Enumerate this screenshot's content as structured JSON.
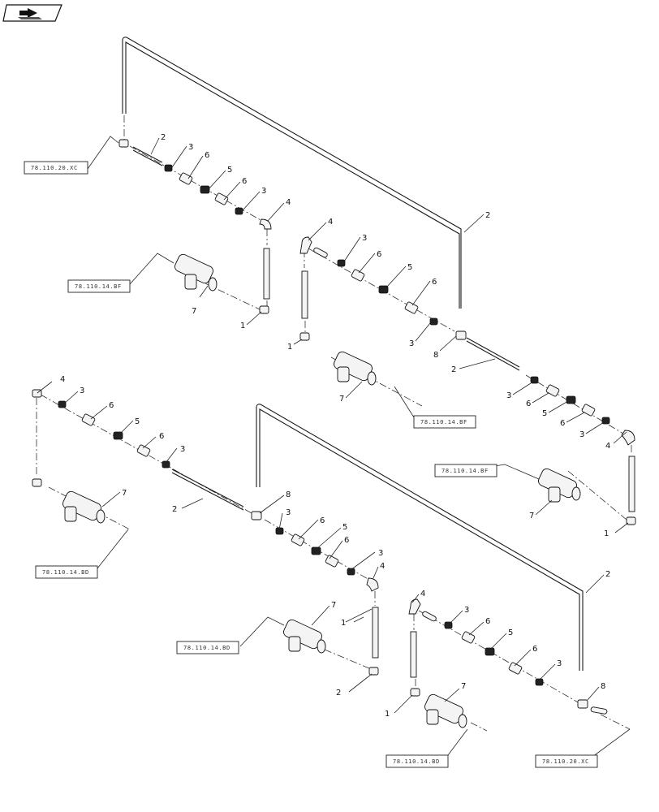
{
  "nav": {
    "icon": "back-arrow-icon"
  },
  "callouts": [
    {
      "id": "c1",
      "text": "2"
    },
    {
      "id": "c2",
      "text": "3"
    },
    {
      "id": "c3",
      "text": "6"
    },
    {
      "id": "c4",
      "text": "5"
    },
    {
      "id": "c5",
      "text": "6"
    },
    {
      "id": "c6",
      "text": "3"
    },
    {
      "id": "c7",
      "text": "4"
    },
    {
      "id": "c8",
      "text": "7"
    },
    {
      "id": "c9",
      "text": "1"
    },
    {
      "id": "c10",
      "text": "2"
    },
    {
      "id": "c11",
      "text": "4"
    },
    {
      "id": "c12",
      "text": "3"
    },
    {
      "id": "c13",
      "text": "6"
    },
    {
      "id": "c14",
      "text": "5"
    },
    {
      "id": "c15",
      "text": "6"
    },
    {
      "id": "c16",
      "text": "3"
    },
    {
      "id": "c17",
      "text": "8"
    },
    {
      "id": "c18",
      "text": "2"
    },
    {
      "id": "c19",
      "text": "1"
    },
    {
      "id": "c20",
      "text": "7"
    },
    {
      "id": "c21",
      "text": "3"
    },
    {
      "id": "c22",
      "text": "6"
    },
    {
      "id": "c23",
      "text": "5"
    },
    {
      "id": "c24",
      "text": "6"
    },
    {
      "id": "c25",
      "text": "3"
    },
    {
      "id": "c26",
      "text": "4"
    },
    {
      "id": "c27",
      "text": "7"
    },
    {
      "id": "c28",
      "text": "1"
    },
    {
      "id": "c29",
      "text": "4"
    },
    {
      "id": "c30",
      "text": "3"
    },
    {
      "id": "c31",
      "text": "6"
    },
    {
      "id": "c32",
      "text": "5"
    },
    {
      "id": "c33",
      "text": "6"
    },
    {
      "id": "c34",
      "text": "3"
    },
    {
      "id": "c35",
      "text": "7"
    },
    {
      "id": "c36",
      "text": "2"
    },
    {
      "id": "c37",
      "text": "8"
    },
    {
      "id": "c38",
      "text": "3"
    },
    {
      "id": "c39",
      "text": "6"
    },
    {
      "id": "c40",
      "text": "5"
    },
    {
      "id": "c41",
      "text": "6"
    },
    {
      "id": "c42",
      "text": "3"
    },
    {
      "id": "c43",
      "text": "4"
    },
    {
      "id": "c44",
      "text": "2"
    },
    {
      "id": "c45",
      "text": "7"
    },
    {
      "id": "c46",
      "text": "1"
    },
    {
      "id": "c47",
      "text": "2"
    },
    {
      "id": "c48",
      "text": "4"
    },
    {
      "id": "c49",
      "text": "3"
    },
    {
      "id": "c50",
      "text": "6"
    },
    {
      "id": "c51",
      "text": "5"
    },
    {
      "id": "c52",
      "text": "6"
    },
    {
      "id": "c53",
      "text": "3"
    },
    {
      "id": "c54",
      "text": "7"
    },
    {
      "id": "c55",
      "text": "1"
    },
    {
      "id": "c56",
      "text": "8"
    }
  ],
  "references": [
    {
      "id": "r1",
      "text": "78.110.20.XC"
    },
    {
      "id": "r2",
      "text": "78.110.14.BF"
    },
    {
      "id": "r3",
      "text": "78.110.14.BF"
    },
    {
      "id": "r4",
      "text": "78.110.14.BF"
    },
    {
      "id": "r5",
      "text": "78.110.14.BD"
    },
    {
      "id": "r6",
      "text": "78.110.14.BD"
    },
    {
      "id": "r7",
      "text": "78.110.14.BD"
    },
    {
      "id": "r8",
      "text": "78.110.20.XC"
    }
  ]
}
